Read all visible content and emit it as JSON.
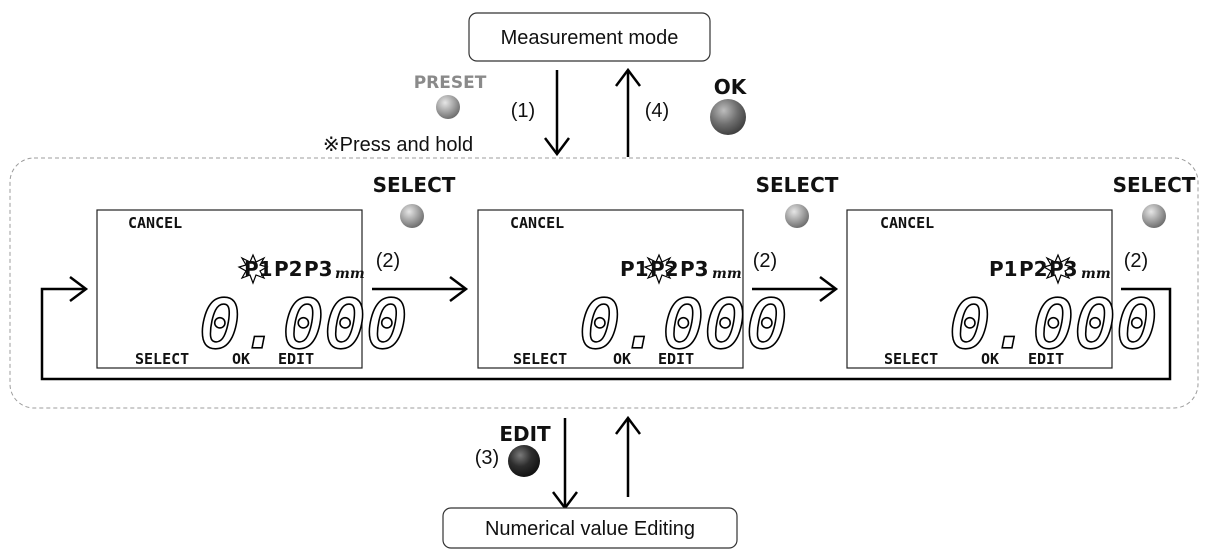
{
  "nodes": {
    "measurement_mode": "Measurement mode",
    "numerical_editing": "Numerical value Editing"
  },
  "buttons": {
    "preset": "PRESET",
    "ok": "OK",
    "select": "SELECT",
    "edit": "EDIT"
  },
  "press_hold_note": "※Press and hold",
  "steps": {
    "s1": "(1)",
    "s2": "(2)",
    "s3": "(3)",
    "s4": "(4)"
  },
  "lcd": {
    "cancel": "CANCEL",
    "select": "SELECT",
    "ok": "OK",
    "edit": "EDIT",
    "p1": "P1",
    "p2": "P2",
    "p3": "P3",
    "unit": "mm",
    "value": "0.000"
  },
  "screens": [
    {
      "highlight": "P1"
    },
    {
      "highlight": "P2"
    },
    {
      "highlight": "P3"
    }
  ],
  "colors": {
    "button_light": "#9a9a9a",
    "button_dark": "#2a2a2a",
    "dashed_border": "#9c9c9c"
  }
}
